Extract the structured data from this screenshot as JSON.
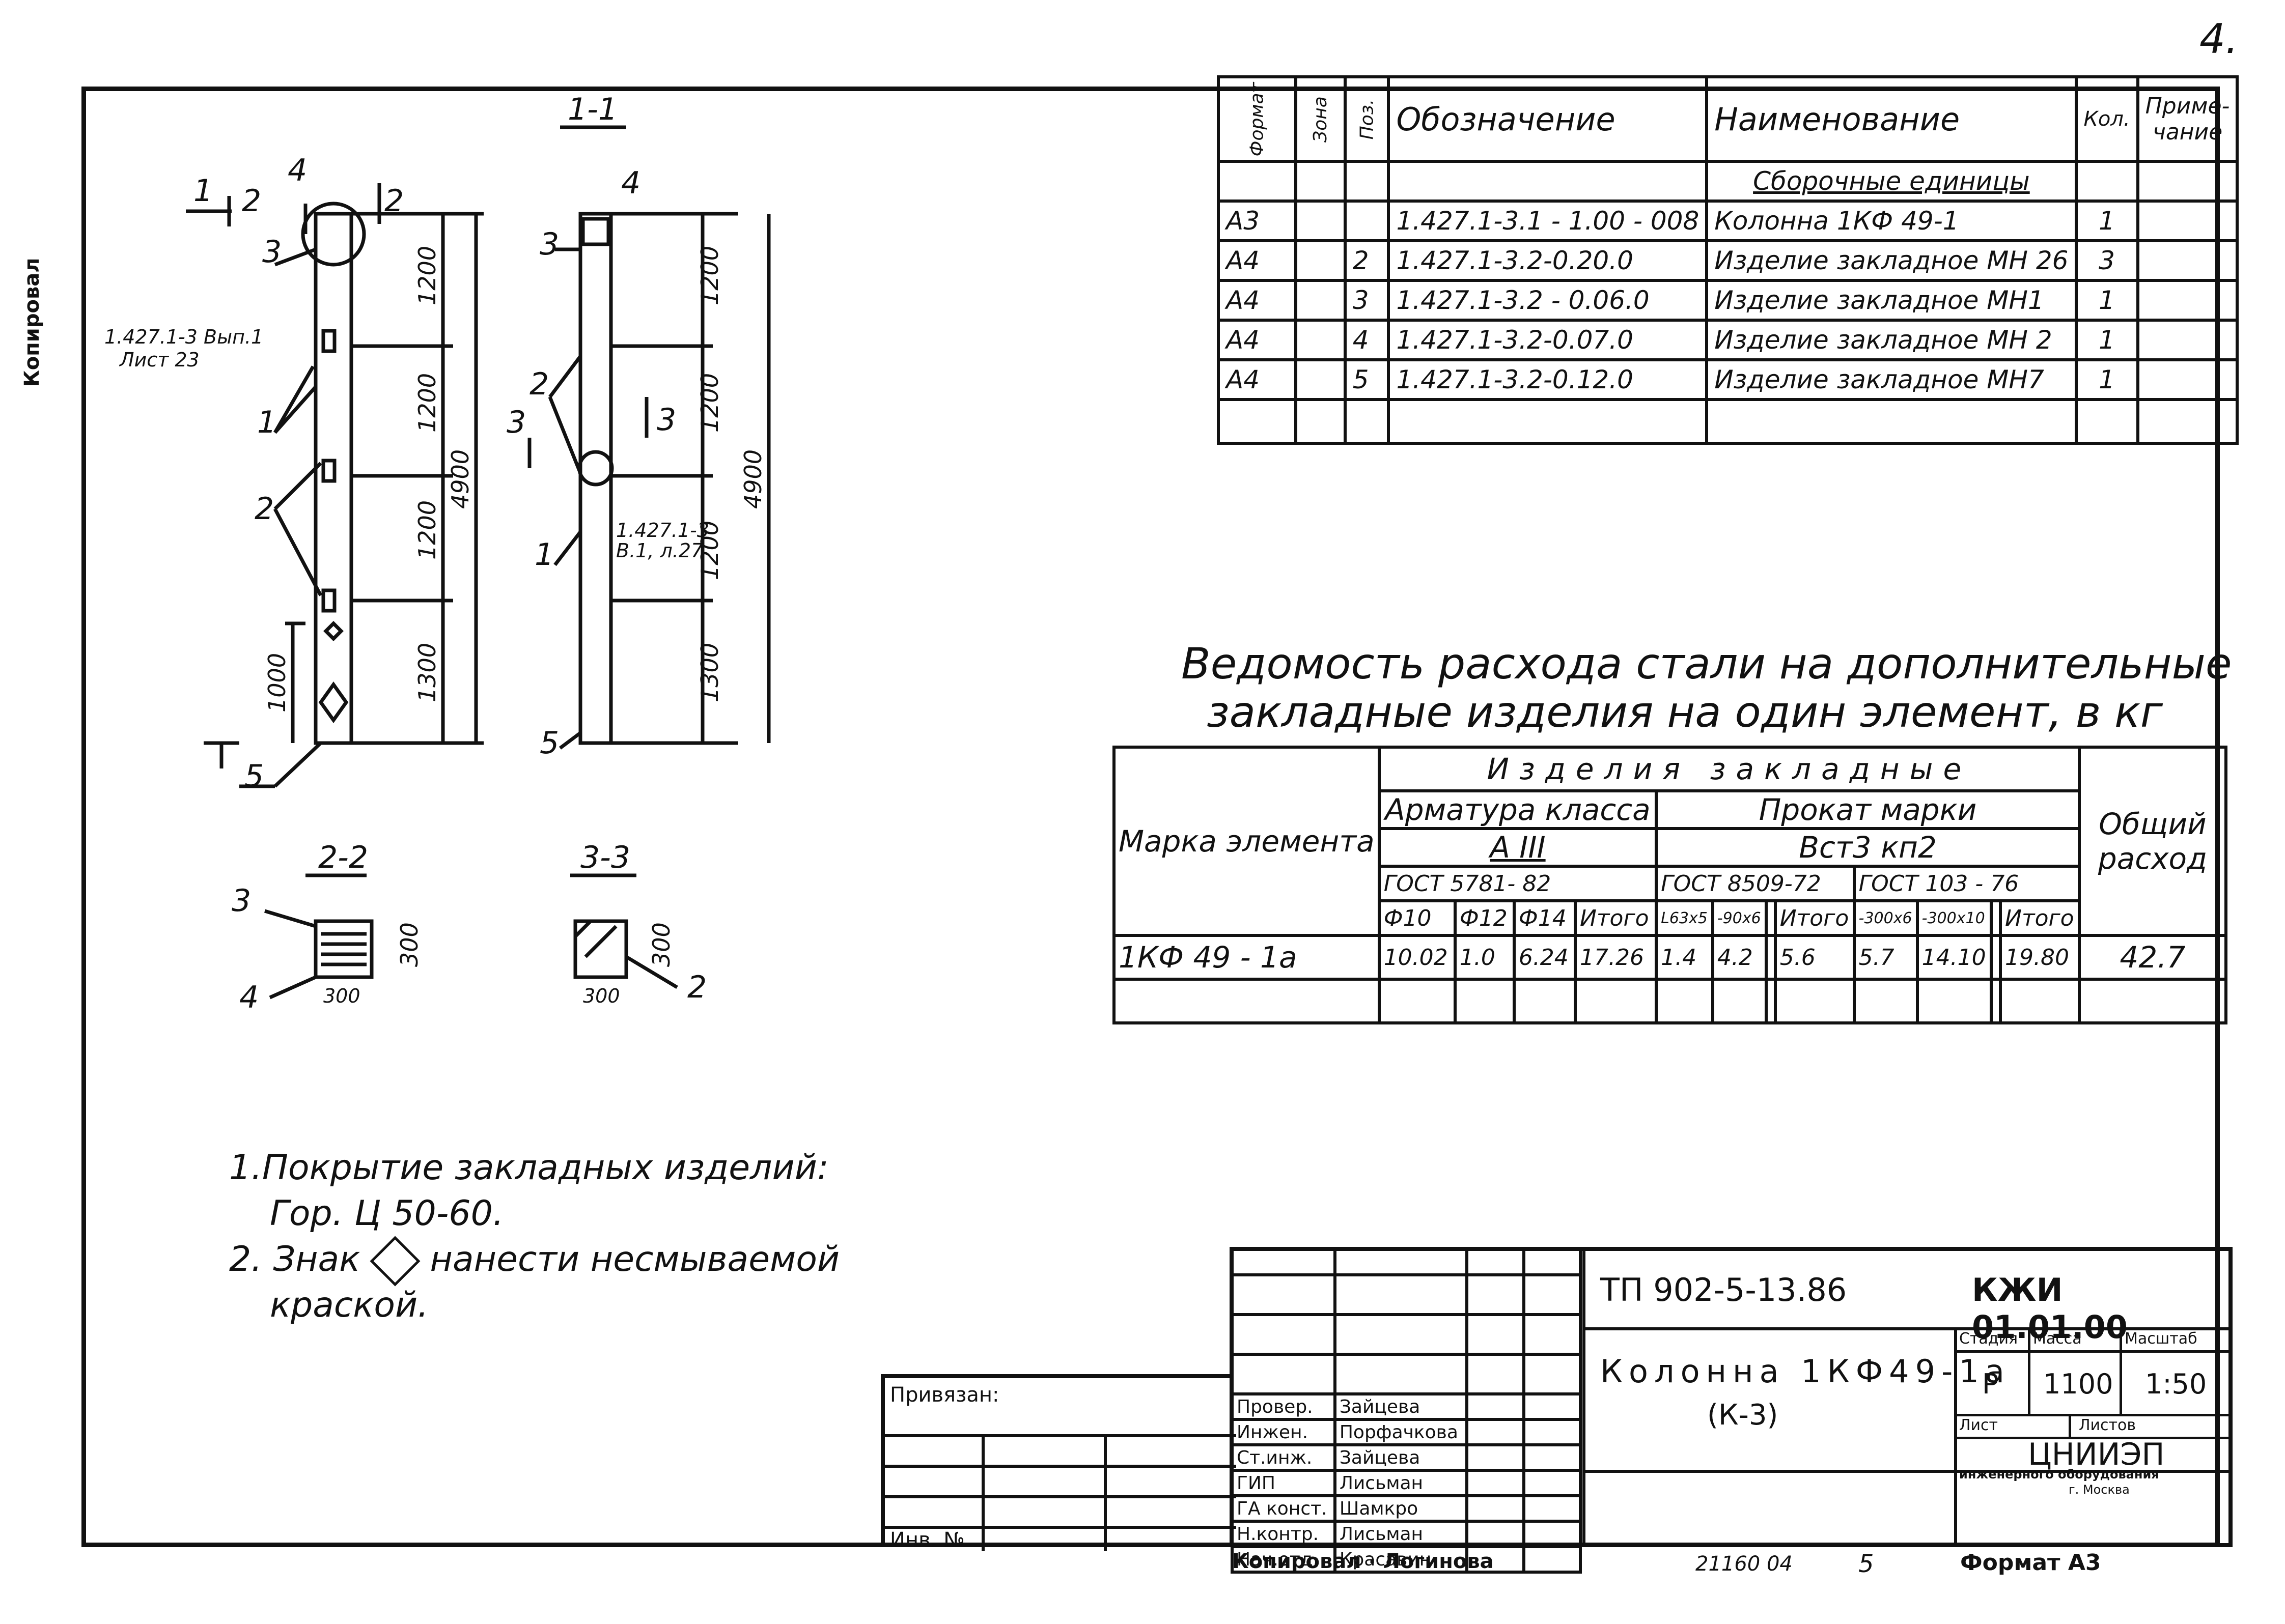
{
  "page_number": "4.",
  "side_label": "Копировал",
  "drawing": {
    "sec_1_1": "1-1",
    "sec_2_2": "2-2",
    "sec_3_3": "3-3",
    "ref_text_1": "1.427.1-3 Вып.1",
    "ref_text_2": "Лист 23",
    "ref_text_3": "1.427.1-3",
    "ref_text_4": "В.1, л.27",
    "dims": {
      "d1200": "1200",
      "d1300": "1300",
      "d4900": "4900",
      "d1000": "1000",
      "d300": "300"
    },
    "pos_labels": [
      "1",
      "2",
      "3",
      "4",
      "5"
    ]
  },
  "spec_table": {
    "headers": {
      "format": "Формат",
      "zone": "Зона",
      "pos": "Поз.",
      "designation": "Обозначение",
      "name": "Наименование",
      "qty": "Кол.",
      "note": "Приме-чание"
    },
    "section": "Сборочные единицы",
    "rows": [
      {
        "format": "А3",
        "pos": "",
        "designation": "1.427.1-3.1 - 1.00 - 008",
        "name": "Колонна 1КФ 49-1",
        "qty": "1"
      },
      {
        "format": "А4",
        "pos": "2",
        "designation": "1.427.1-3.2-0.20.0",
        "name": "Изделие закладное МН 26",
        "qty": "3"
      },
      {
        "format": "А4",
        "pos": "3",
        "designation": "1.427.1-3.2 - 0.06.0",
        "name": "Изделие закладное МН1",
        "qty": "1"
      },
      {
        "format": "А4",
        "pos": "4",
        "designation": "1.427.1-3.2-0.07.0",
        "name": "Изделие закладное МН 2",
        "qty": "1"
      },
      {
        "format": "А4",
        "pos": "5",
        "designation": "1.427.1-3.2-0.12.0",
        "name": "Изделие закладное МН7",
        "qty": "1"
      }
    ]
  },
  "steel_title_1": "Ведомость расхода стали на дополнительные",
  "steel_title_2": "закладные изделия на один элемент, в кг",
  "steel_table": {
    "mark_header": "Марка элемента",
    "group_header": "Изделия закладные",
    "armature_header": "Арматура класса",
    "armature_class": "А III",
    "rolled_header": "Прокат марки",
    "rolled_grade": "Вст3 кп2",
    "gost1": "ГОСТ 5781- 82",
    "gost2": "ГОСТ 8509-72",
    "gost3": "ГОСТ 103 - 76",
    "total_header": "Общий расход",
    "cols": [
      "Ф10",
      "Ф12",
      "Ф14",
      "Итого",
      "L63х5",
      "-90х6",
      "",
      "Итого",
      "-300х6",
      "-300х10",
      "",
      "Итого"
    ],
    "row_mark": "1КФ 49 - 1а",
    "row_values": [
      "10.02",
      "1.0",
      "6.24",
      "17.26",
      "1.4",
      "4.2",
      "",
      "5.6",
      "5.7",
      "14.10",
      "",
      "19.80"
    ],
    "row_total": "42.7"
  },
  "notes": {
    "n1a": "1.Покрытие закладных изделий:",
    "n1b": "Гор. Ц 50-60.",
    "n2a": "2. Знак",
    "n2b": "нанести несмываемой",
    "n2c": "краской."
  },
  "title_block": {
    "project_code": "ТП 902-5-13.86",
    "drawing_code": "КЖИ 01.01.00",
    "title_1": "Колонна 1КФ49-1а",
    "title_2": "(К-3)",
    "stage_h": "Стадия",
    "mass_h": "Масса",
    "scale_h": "Масштаб",
    "stage": "Р",
    "mass": "1100",
    "scale": "1:50",
    "sheet_h": "Лист",
    "sheets_h": "Листов",
    "org_1": "ЦНИИЭП",
    "org_2": "инженерного оборудования",
    "org_3": "г. Москва",
    "privyazan": "Привязан:",
    "inv": "Инв. №",
    "roles": [
      {
        "role": "Провер.",
        "name": "Зайцева"
      },
      {
        "role": "Инжен.",
        "name": "Порфачкова"
      },
      {
        "role": "Ст.инж.",
        "name": "Зайцева"
      },
      {
        "role": "ГИП",
        "name": "Лисьман"
      },
      {
        "role": "ГА конст.",
        "name": "Шамкро"
      },
      {
        "role": "Н.контр.",
        "name": "Лисьман"
      },
      {
        "role": "Нач.отд.",
        "name": "Красавин"
      }
    ],
    "copied": "Копировал · Логинова",
    "order_no": "21160 04",
    "sheet_no": "5",
    "format": "Формат А3"
  }
}
